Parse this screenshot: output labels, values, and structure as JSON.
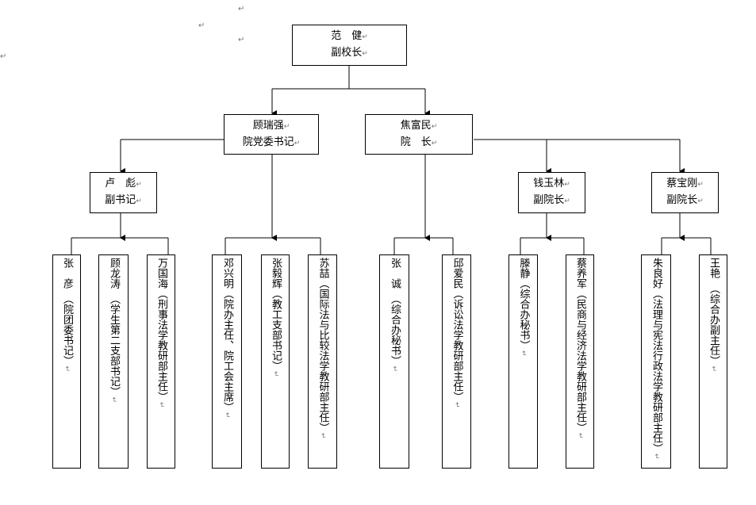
{
  "top": {
    "name": "范　健",
    "title": "副校长"
  },
  "level2": [
    {
      "name": "顾瑞强",
      "title": "院党委书记"
    },
    {
      "name": "焦富民",
      "title": "院　长"
    }
  ],
  "level3": [
    {
      "name": "卢　彪",
      "title": "副书记"
    },
    {
      "name": "钱玉林",
      "title": "副院长"
    },
    {
      "name": "蔡宝刚",
      "title": "副院长"
    }
  ],
  "members": [
    {
      "text": "张　彦　（院团委书记）"
    },
    {
      "text": "顾龙涛　（学生第二支部书记）"
    },
    {
      "text": "万国海（刑事法学教研部主任）"
    },
    {
      "text": "邓兴明（院办主任、院工会主席）"
    },
    {
      "text": "张毅辉（教工支部书记）"
    },
    {
      "text": "苏喆（国际法与比较法学教研部主任）"
    },
    {
      "text": "张　诚　（综合办秘书）"
    },
    {
      "text": "邱爱民（诉讼法学教研部主任）"
    },
    {
      "text": "滕静（综合办秘书）"
    },
    {
      "text": "蔡养军（民商与经济法学教研部主任）"
    },
    {
      "text": "朱良好（法理与宪法行政法学教研部主任）"
    },
    {
      "text": "王艳　（综合办副主任）"
    }
  ],
  "return_mark": "↵"
}
